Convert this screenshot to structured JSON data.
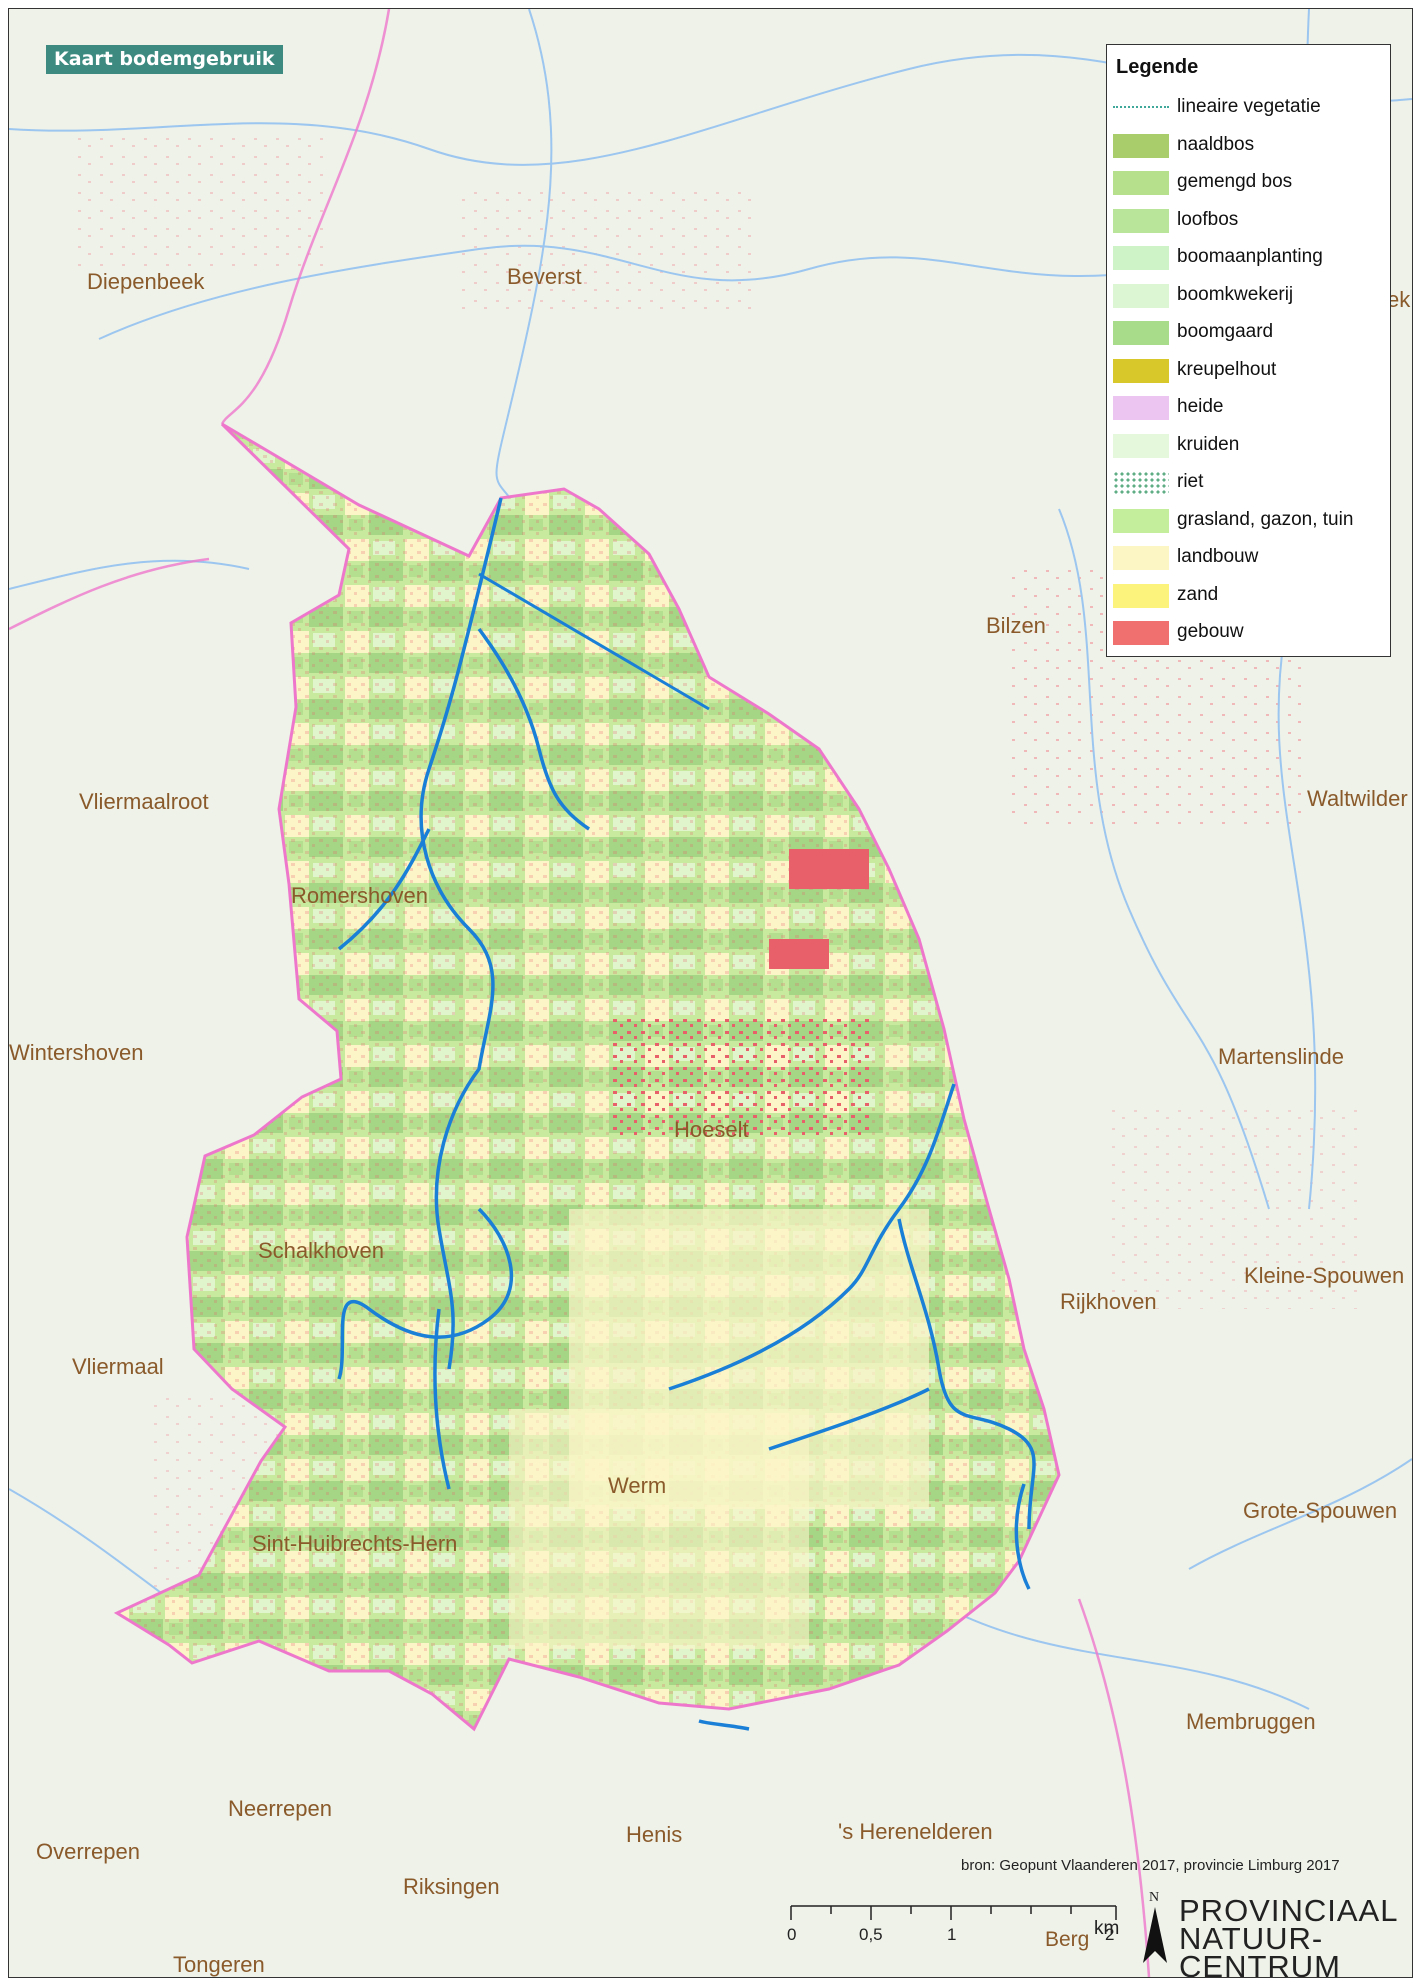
{
  "map": {
    "title": "Kaart bodemgebruik",
    "places": [
      {
        "name": "Diepenbeek"
      },
      {
        "name": "Beverst"
      },
      {
        "name": "Bilzen"
      },
      {
        "name": "Vliermaalroot"
      },
      {
        "name": "Waltwilder"
      },
      {
        "name": "Romershoven"
      },
      {
        "name": "Wintershoven"
      },
      {
        "name": "Martenslinde"
      },
      {
        "name": "Hoeselt"
      },
      {
        "name": "Schalkhoven"
      },
      {
        "name": "Kleine-Spouwen"
      },
      {
        "name": "Rijkhoven"
      },
      {
        "name": "Vliermaal"
      },
      {
        "name": "Werm"
      },
      {
        "name": "Grote-Spouwen"
      },
      {
        "name": "Sint-Huibrechts-Hern"
      },
      {
        "name": "Membruggen"
      },
      {
        "name": "Neerrepen"
      },
      {
        "name": "Henis"
      },
      {
        "name": "'s Herenelderen"
      },
      {
        "name": "Overrepen"
      },
      {
        "name": "Riksingen"
      },
      {
        "name": "Tongeren"
      }
    ],
    "clipped_label": "ek",
    "colors": {
      "study_boundary": "#ee77cc",
      "watercourse": "#1a7fd6",
      "minor_water": "#9cc6ef",
      "building": "#e8606a"
    }
  },
  "legend": {
    "title": "Legende",
    "items": [
      {
        "label": "lineaire vegetatie",
        "color": "#3fa89a",
        "style": "dotted-line"
      },
      {
        "label": "naaldbos",
        "color": "#a9cd6a",
        "style": "fill"
      },
      {
        "label": "gemengd bos",
        "color": "#b6e08c",
        "style": "fill"
      },
      {
        "label": "loofbos",
        "color": "#b8e59a",
        "style": "fill"
      },
      {
        "label": "boomaanplanting",
        "color": "#cdf3c6",
        "style": "fill"
      },
      {
        "label": "boomkwekerij",
        "color": "#dcf5d2",
        "style": "fill"
      },
      {
        "label": "boomgaard",
        "color": "#a8db8a",
        "style": "fill"
      },
      {
        "label": "kreupelhout",
        "color": "#d8c82a",
        "style": "fill"
      },
      {
        "label": "heide",
        "color": "#ecc6f1",
        "style": "fill"
      },
      {
        "label": "kruiden",
        "color": "#e6f8dc",
        "style": "fill"
      },
      {
        "label": "riet",
        "color": "#5fae84",
        "style": "dots"
      },
      {
        "label": "grasland, gazon, tuin",
        "color": "#c5ee9c",
        "style": "fill"
      },
      {
        "label": "landbouw",
        "color": "#fbf6c4",
        "style": "fill"
      },
      {
        "label": "zand",
        "color": "#fbf37c",
        "style": "fill"
      },
      {
        "label": "gebouw",
        "color": "#f06f6f",
        "style": "fill"
      }
    ]
  },
  "source": "bron: Geopunt Vlaanderen 2017, provincie Limburg 2017",
  "scale": {
    "ticks": [
      "0",
      "0,5",
      "1",
      "Berg",
      "2"
    ],
    "unit": "km"
  },
  "north_label": "N",
  "logo": {
    "lines": [
      "PROVINCIAAL",
      "NATUUR-",
      "CENTRUM"
    ]
  }
}
